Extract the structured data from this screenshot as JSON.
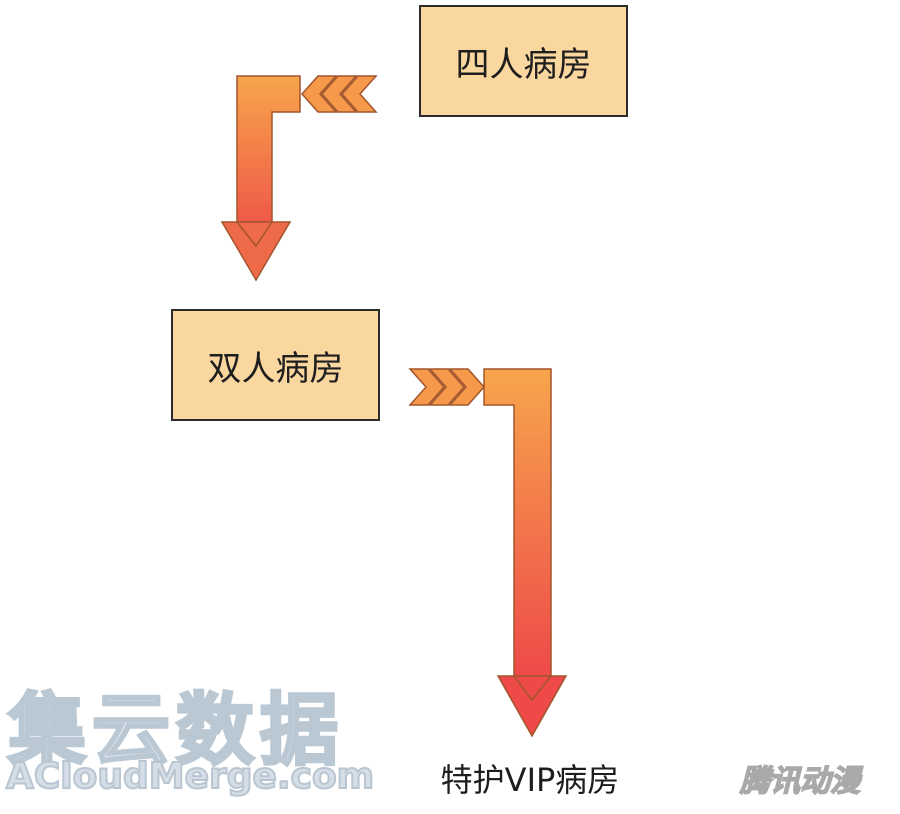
{
  "rooms": {
    "four_bed": "四人病房",
    "two_bed": "双人病房",
    "vip": "特护VIP病房"
  },
  "watermarks": {
    "left_cn": "集云数据",
    "left_en": "ACloudMerge.com",
    "right": "腾讯动漫"
  },
  "colors": {
    "box_fill": "#fbd7a0",
    "arrow_top": "#f6a24a",
    "arrow_bottom": "#ef4b4a"
  }
}
